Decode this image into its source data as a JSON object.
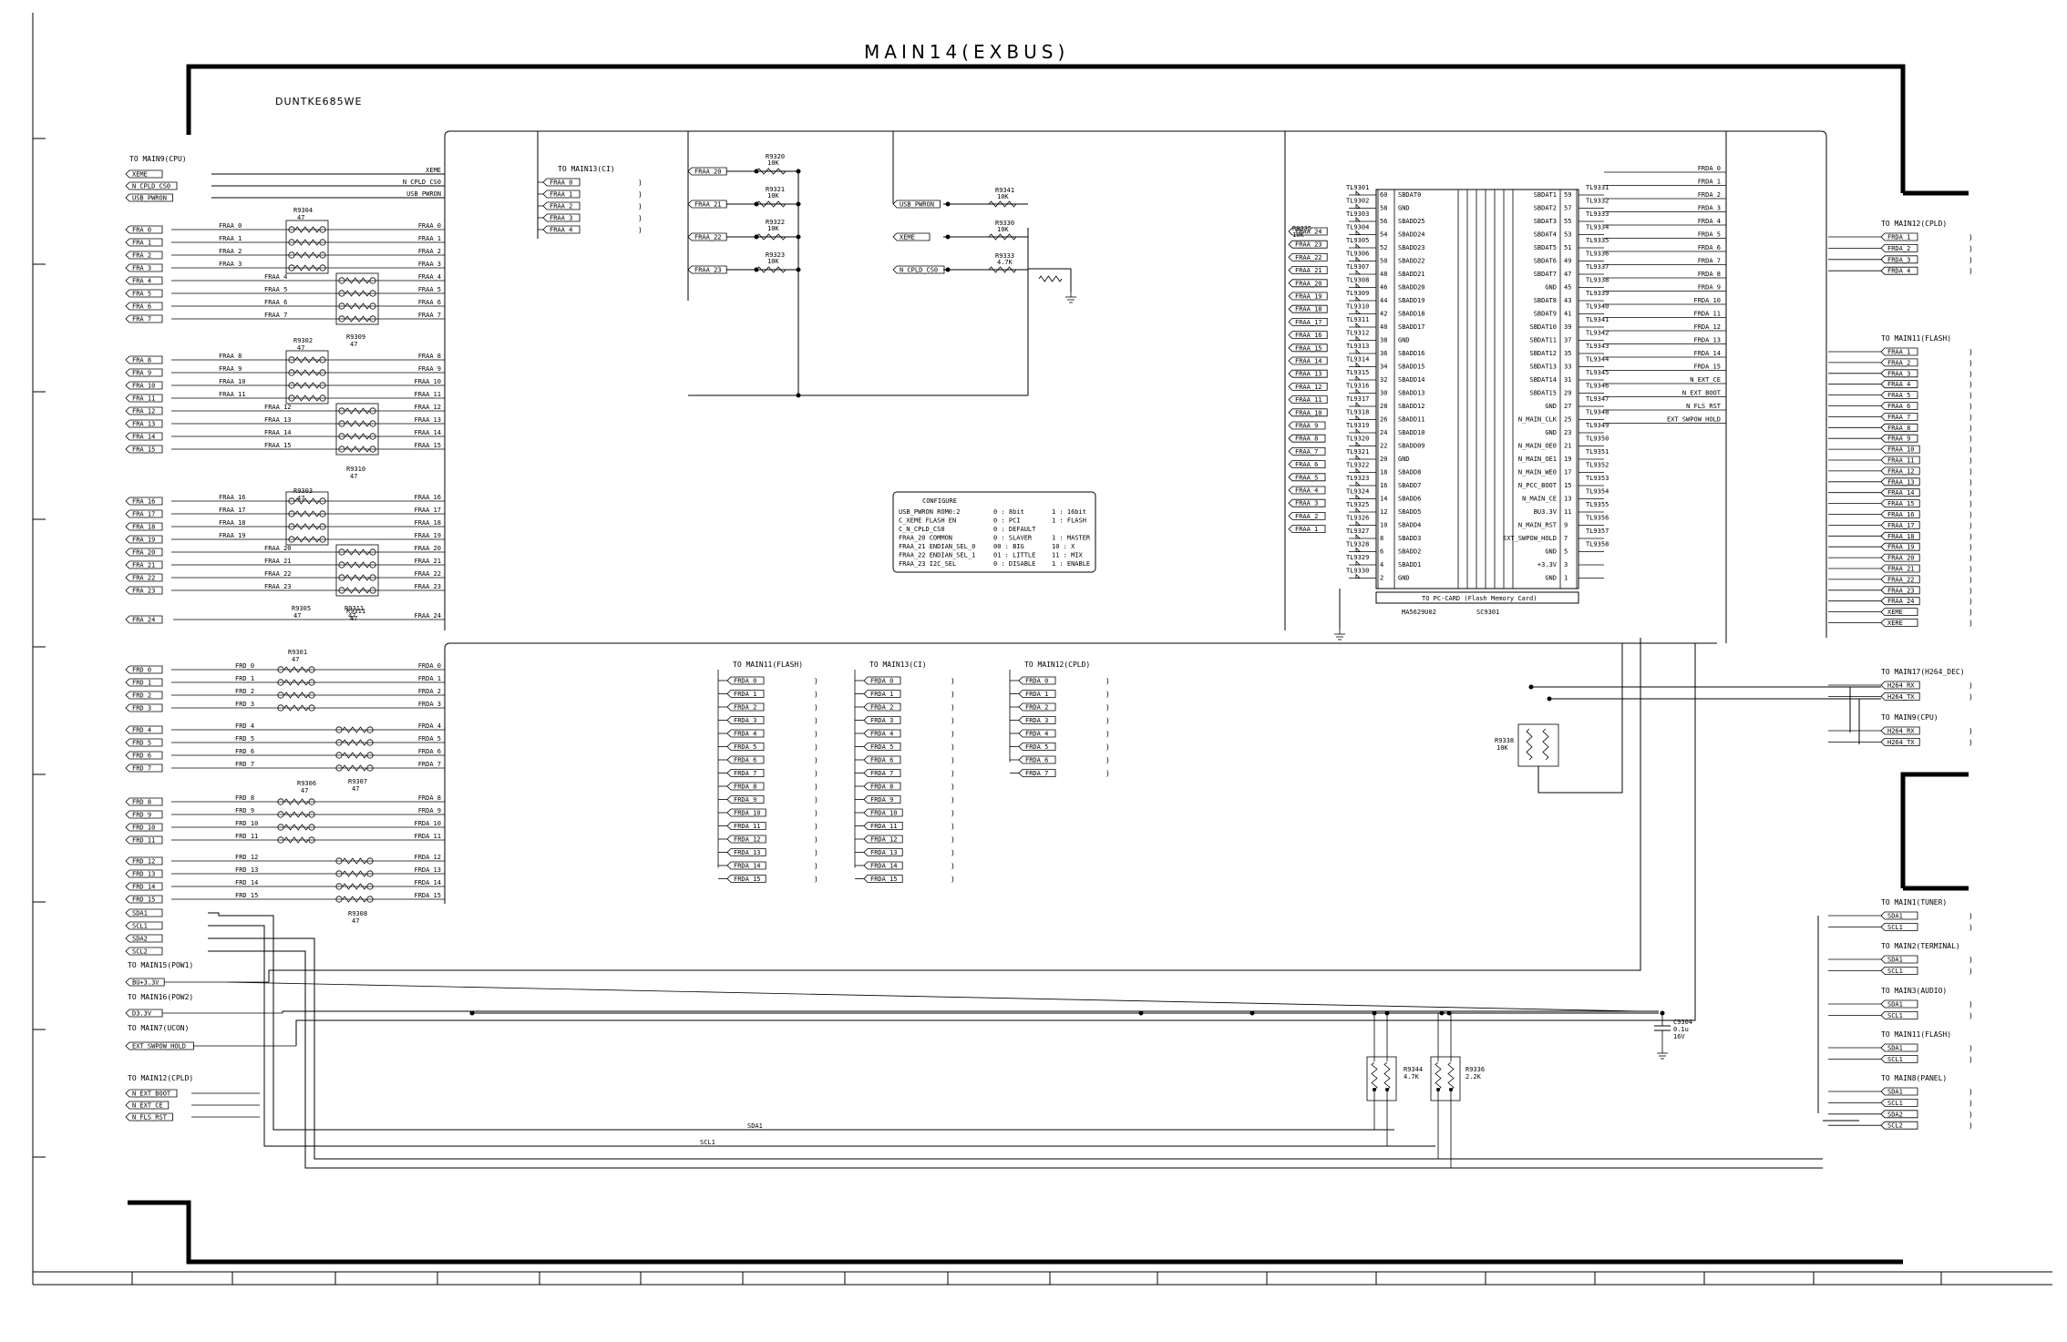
{
  "title": "MAIN14(EXBUS)",
  "model": "DUNTKE685WE",
  "left_groups": [
    {
      "header": "TO MAIN9(CPU)",
      "pins": [
        "XEME",
        "N_CPLD_CS0",
        "USB_PWRON"
      ]
    },
    {
      "header": "TO MAIN15(POW1)",
      "pins": [
        "BU+3.3V"
      ]
    },
    {
      "header": "TO MAIN16(POW2)",
      "pins": [
        "D3.3V"
      ]
    },
    {
      "header": "TO MAIN7(UCON)",
      "pins": [
        "EXT_SWPOW_HOLD"
      ]
    },
    {
      "header": "TO MAIN12(CPLD)",
      "pins": [
        "N_EXT_BOOT",
        "N_EXT_CE",
        "N_FLS_RST"
      ]
    }
  ],
  "i2c_pins": [
    "SDA1",
    "SCL1",
    "SDA2",
    "SCL2"
  ],
  "upper_mid_group": {
    "header": "TO MAIN13(CI)",
    "pins": [
      "FRAA_0",
      "FRAA_1",
      "FRAA_2",
      "FRAA_3",
      "FRAA_4"
    ]
  },
  "bottom_mid_groups": [
    {
      "header": "TO MAIN11(FLASH)",
      "prefix": "FRDA_",
      "count": 16
    },
    {
      "header": "TO MAIN13(CI)",
      "prefix": "FRDA_",
      "count": 16
    },
    {
      "header": "TO MAIN12(CPLD)",
      "prefix": "FRDA_",
      "count": 8
    }
  ],
  "right_groups": [
    {
      "header": "TO MAIN12(CPLD)",
      "pins": [
        "FRDA_1",
        "FRDA_2",
        "FRDA_3",
        "FRDA_4"
      ]
    },
    {
      "header": "TO MAIN11(FLASH)",
      "pins": [
        "FRAA_1",
        "FRAA_2",
        "FRAA_3",
        "FRAA_4",
        "FRAA_5",
        "FRAA_6",
        "FRAA_7",
        "FRAA_8",
        "FRAA_9",
        "FRAA_10",
        "FRAA_11",
        "FRAA_12",
        "FRAA_13",
        "FRAA_14",
        "FRAA_15",
        "FRAA_16",
        "FRAA_17",
        "FRAA_18",
        "FRAA_19",
        "FRAA_20",
        "FRAA_21",
        "FRAA_22",
        "FRAA_23",
        "FRAA_24",
        "XEME",
        "XERE"
      ]
    },
    {
      "header": "TO MAIN17(H264_DEC)",
      "pins": [
        "H264_RX",
        "H264_TX"
      ]
    },
    {
      "header": "TO MAIN9(CPU)",
      "pins": [
        "H264_RX",
        "H264_TX"
      ]
    },
    {
      "header": "TO MAIN1(TUNER)",
      "pins": [
        "SDA1",
        "SCL1"
      ]
    },
    {
      "header": "TO MAIN2(TERMINAL)",
      "pins": [
        "SDA1",
        "SCL1"
      ]
    },
    {
      "header": "TO MAIN3(AUDIO)",
      "pins": [
        "SDA1",
        "SCL1"
      ]
    },
    {
      "header": "TO MAIN11(FLASH)",
      "pins": [
        "SDA1",
        "SCL1"
      ]
    },
    {
      "header": "TO MAIN8(PANEL)",
      "pins": [
        "SDA1",
        "SCL1",
        "SDA2",
        "SCL2"
      ]
    }
  ],
  "resistors_left": [
    "R9304",
    "R9309",
    "R9302",
    "R9310",
    "R9303",
    "R9305",
    "R9311",
    "R9301",
    "R9306",
    "R9307",
    "R9308"
  ],
  "resistor_value": "47",
  "pullups": [
    {
      "ref": "R9320",
      "value": "10K",
      "net": "FRAA_20"
    },
    {
      "ref": "R9321",
      "value": "10K",
      "net": "FRAA_21"
    },
    {
      "ref": "R9322",
      "value": "10K",
      "net": "FRAA_22"
    },
    {
      "ref": "R9323",
      "value": "10K",
      "net": "FRAA_23"
    }
  ],
  "config_straps": [
    {
      "ref": "R9341",
      "value": "10K",
      "net": "USB_PWRON"
    },
    {
      "ref": "R9330",
      "value": "10K",
      "net": "XEME"
    },
    {
      "ref": "R9333",
      "value": "4.7K",
      "net": "N_CPLD_CS0"
    }
  ],
  "configure": {
    "title": "CONFIGURE",
    "rows": [
      [
        "USB_PWRON ROM0:2",
        "0 : 8bit",
        "1 : 16bit"
      ],
      [
        "C_XEME FLASH EN",
        "0 : PCI",
        "1 : FLASH"
      ],
      [
        "C_N_CPLD_CS0",
        "0 : DEFAULT",
        ""
      ],
      [
        "FRAA_20  COMMON",
        "0 : SLAVER",
        "1 : MASTER"
      ],
      [
        "FRAA_21  ENDIAN_SEL_0",
        "00 : BIG",
        "10 : X"
      ],
      [
        "FRAA_22  ENDIAN_SEL_1",
        "01 : LITTLE",
        "11 : MIX"
      ],
      [
        "FRAA_23  I2C_SEL",
        "0 : DISABLE",
        "1 : ENABLE"
      ]
    ]
  },
  "connector": {
    "ref": "SC9301",
    "part": "MA5629U02",
    "label": "TO PC-CARD (Flash Memory Card)",
    "left_pins": [
      {
        "num": 60,
        "name": "SBDAT0"
      },
      {
        "num": 58,
        "name": "GND"
      },
      {
        "num": 56,
        "name": "SBADD25"
      },
      {
        "num": 54,
        "name": "SBADD24"
      },
      {
        "num": 52,
        "name": "SBADD23"
      },
      {
        "num": 50,
        "name": "SBADD22"
      },
      {
        "num": 48,
        "name": "SBADD21"
      },
      {
        "num": 46,
        "name": "SBADD20"
      },
      {
        "num": 44,
        "name": "SBADD19"
      },
      {
        "num": 42,
        "name": "SBADD18"
      },
      {
        "num": 40,
        "name": "SBADD17"
      },
      {
        "num": 38,
        "name": "GND"
      },
      {
        "num": 36,
        "name": "SBADD16"
      },
      {
        "num": 34,
        "name": "SBADD15"
      },
      {
        "num": 32,
        "name": "SBADD14"
      },
      {
        "num": 30,
        "name": "SBADD13"
      },
      {
        "num": 28,
        "name": "SBADD12"
      },
      {
        "num": 26,
        "name": "SBADD11"
      },
      {
        "num": 24,
        "name": "SBADD10"
      },
      {
        "num": 22,
        "name": "SBADD09"
      },
      {
        "num": 20,
        "name": "GND"
      },
      {
        "num": 18,
        "name": "SBADD8"
      },
      {
        "num": 16,
        "name": "SBADD7"
      },
      {
        "num": 14,
        "name": "SBADD6"
      },
      {
        "num": 12,
        "name": "SBADD5"
      },
      {
        "num": 10,
        "name": "SBADD4"
      },
      {
        "num": 8,
        "name": "SBADD3"
      },
      {
        "num": 6,
        "name": "SBADD2"
      },
      {
        "num": 4,
        "name": "SBADD1"
      },
      {
        "num": 2,
        "name": "GND"
      }
    ],
    "right_pins": [
      {
        "num": 59,
        "name": "SBDAT1"
      },
      {
        "num": 57,
        "name": "SBDAT2"
      },
      {
        "num": 55,
        "name": "SBDAT3"
      },
      {
        "num": 53,
        "name": "SBDAT4"
      },
      {
        "num": 51,
        "name": "SBDAT5"
      },
      {
        "num": 49,
        "name": "SBDAT6"
      },
      {
        "num": 47,
        "name": "SBDAT7"
      },
      {
        "num": 45,
        "name": "GND"
      },
      {
        "num": 43,
        "name": "SBDAT8"
      },
      {
        "num": 41,
        "name": "SBDAT9"
      },
      {
        "num": 39,
        "name": "SBDAT10"
      },
      {
        "num": 37,
        "name": "SBDAT11"
      },
      {
        "num": 35,
        "name": "SBDAT12"
      },
      {
        "num": 33,
        "name": "SBDAT13"
      },
      {
        "num": 31,
        "name": "SBDAT14"
      },
      {
        "num": 29,
        "name": "SBDAT15"
      },
      {
        "num": 27,
        "name": "GND"
      },
      {
        "num": 25,
        "name": "N_MAIN_CLK"
      },
      {
        "num": 23,
        "name": "GND"
      },
      {
        "num": 21,
        "name": "N_MAIN_OE0"
      },
      {
        "num": 19,
        "name": "N_MAIN_OE1"
      },
      {
        "num": 17,
        "name": "N_MAIN_WE0"
      },
      {
        "num": 15,
        "name": "N_PCC_BOOT"
      },
      {
        "num": 13,
        "name": "N_MAIN_CE"
      },
      {
        "num": 11,
        "name": "BU3.3V"
      },
      {
        "num": 9,
        "name": "N_MAIN_RST"
      },
      {
        "num": 7,
        "name": "EXT_SWPOW_HOLD"
      },
      {
        "num": 5,
        "name": "GND"
      },
      {
        "num": 3,
        "name": "+3.3V"
      },
      {
        "num": 1,
        "name": "GND"
      }
    ]
  },
  "conn_left_nets": [
    "FRAA_24",
    "FRAA_23",
    "FRAA_22",
    "FRAA_21",
    "FRAA_20",
    "FRAA_19",
    "FRAA_18",
    "FRAA_17",
    "FRAA_16",
    "FRAA_15",
    "FRAA_14",
    "FRAA_13",
    "FRAA_12",
    "FRAA_11",
    "FRAA_10",
    "FRAA_9",
    "FRAA_8",
    "FRAA_7",
    "FRAA_6",
    "FRAA_5",
    "FRAA_4",
    "FRAA_3",
    "FRAA_2",
    "FRAA_1"
  ],
  "conn_right_nets": [
    "FRDA_0",
    "FRDA_1",
    "FRDA_2",
    "FRDA_3",
    "FRDA_4",
    "FRDA_5",
    "FRDA_6",
    "FRDA_7",
    "FRDA_8",
    "FRDA_9",
    "FRDA_10",
    "FRDA_11",
    "FRDA_12",
    "FRDA_13",
    "FRDA_14",
    "FRDA_15",
    "N_EXT_CE",
    "N_EXT_BOOT",
    "N_FLS_RST",
    "EXT_SWPOW_HOLD"
  ],
  "misc_parts": [
    {
      "ref": "R9335",
      "value": "10K"
    },
    {
      "ref": "R9338",
      "value": "10K"
    },
    {
      "ref": "R9344",
      "value": "4.7K"
    },
    {
      "ref": "R9336",
      "value": "2.2K"
    },
    {
      "ref": "C9304",
      "value": "0.1u",
      "rating": "16V"
    }
  ],
  "bus_labels": {
    "sda": "SDA1",
    "scl": "SCL1"
  }
}
